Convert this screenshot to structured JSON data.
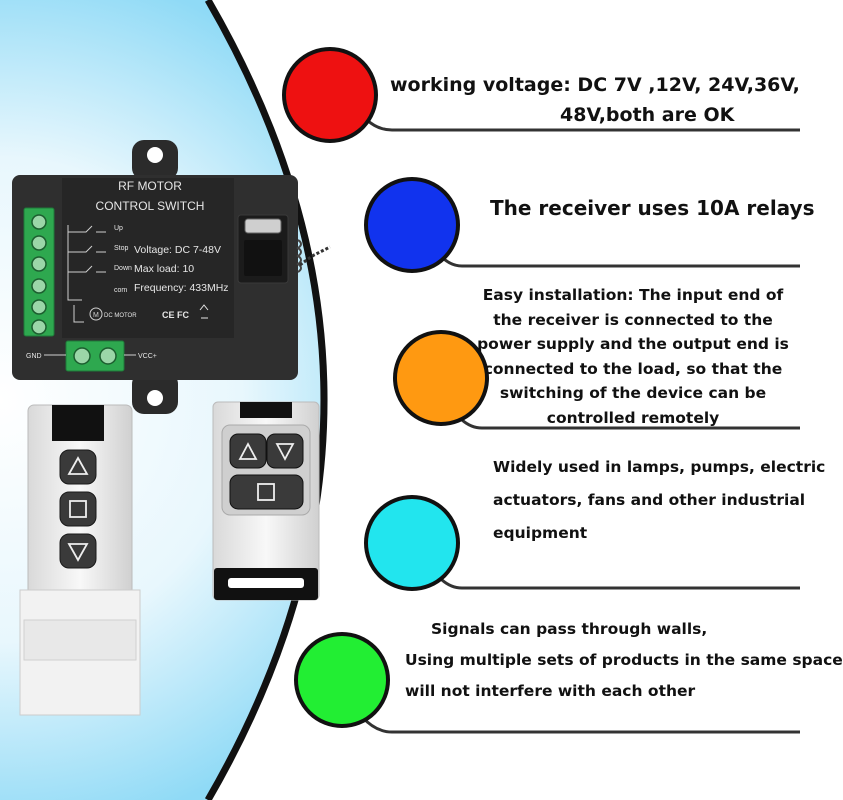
{
  "features": [
    {
      "color": "#ee1111",
      "lines": [
        "working voltage: DC 7V ,12V, 24V,36V,",
        "48V,both are OK"
      ]
    },
    {
      "color": "#1133ee",
      "lines": [
        "The receiver uses 10A relays"
      ]
    },
    {
      "color": "#ff9911",
      "lines": [
        "Easy installation: The input end of the receiver is connected to the power supply and the output end is connected to the load, so that the switching of the device can be controlled remotely"
      ]
    },
    {
      "color": "#22e5ee",
      "lines": [
        "Widely used in lamps, pumps, electric",
        "actuators, fans and other industrial",
        "equipment"
      ]
    },
    {
      "color": "#22ee33",
      "lines": [
        "Signals can pass through walls,",
        "Using multiple sets of products in the same space",
        "will not interfere with each other"
      ]
    }
  ],
  "receiver": {
    "title_line1": "RF MOTOR",
    "title_line2": "CONTROL SWITCH",
    "voltage": "Voltage: DC 7-48V",
    "max_load": "Max load: 10",
    "frequency": "Frequency: 433MHz",
    "terminal_up": "Up",
    "terminal_stop": "Stop",
    "terminal_down": "Down",
    "terminal_com": "com",
    "motor_label": "DC MOTOR",
    "cert": "CE FC",
    "gnd": "GND",
    "vcc": "VCC+"
  }
}
